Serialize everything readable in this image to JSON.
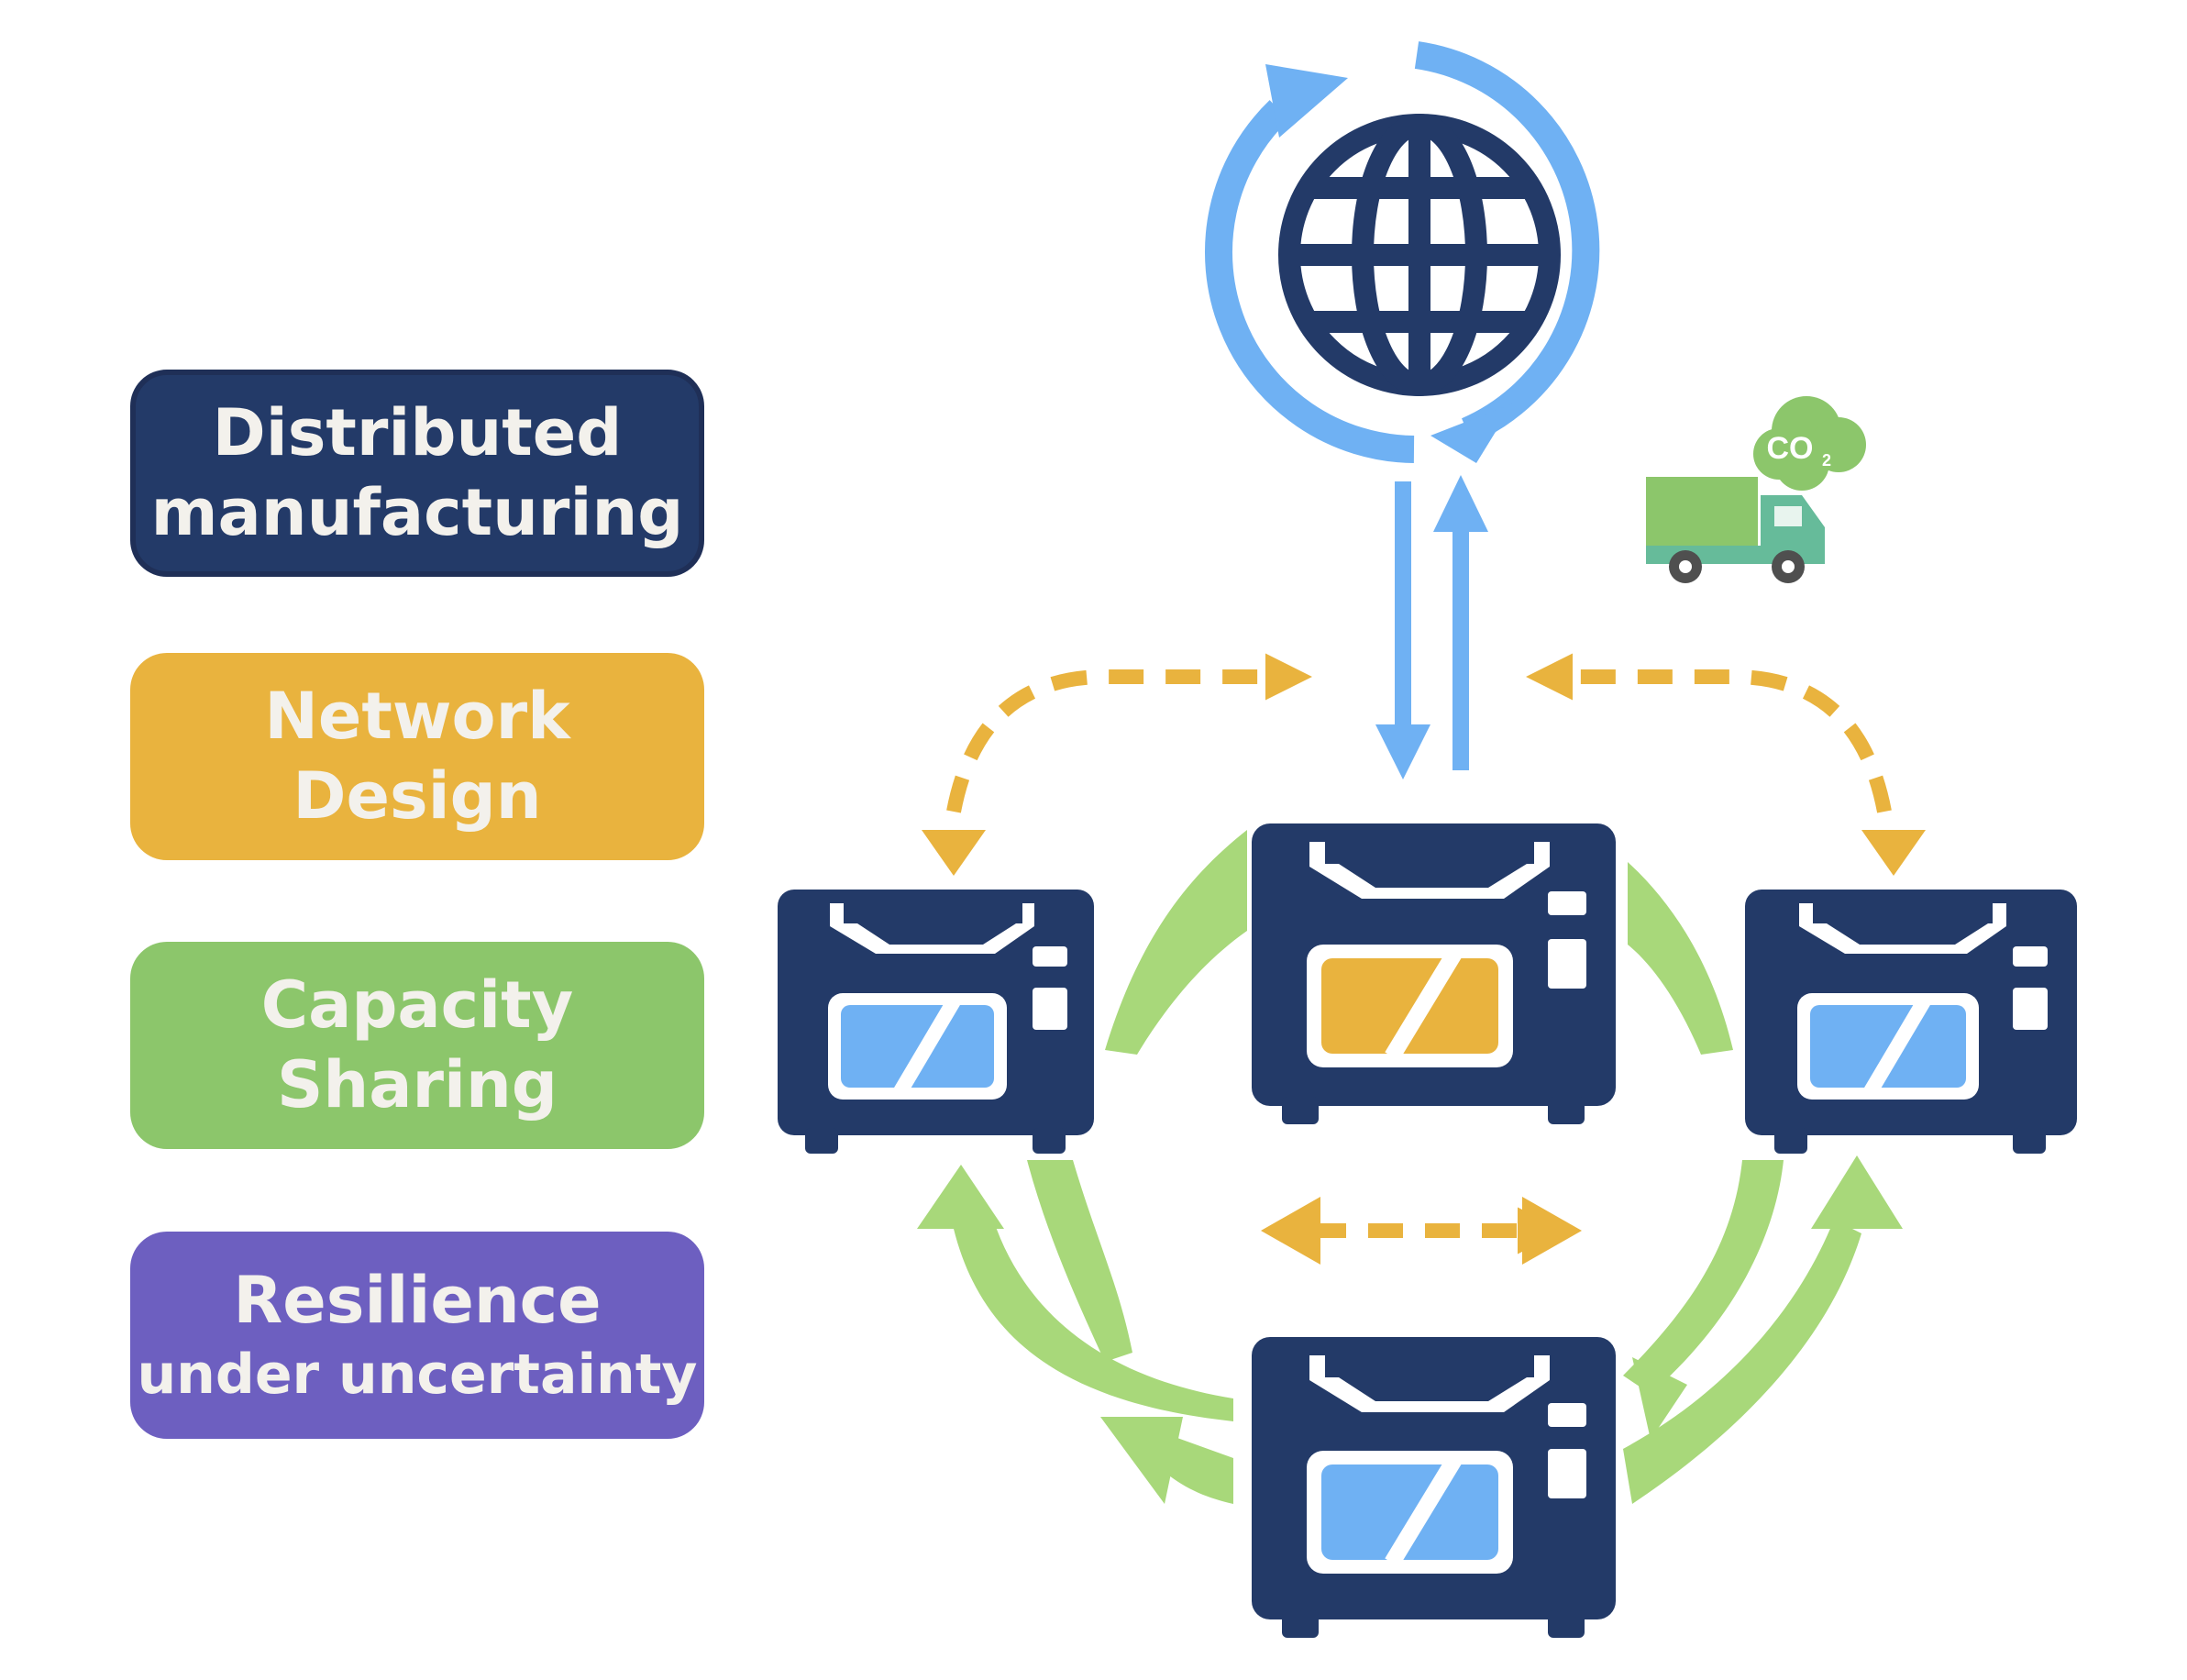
{
  "labels": [
    {
      "line1": "Distributed",
      "line2": "manufacturing",
      "color": "#233a68"
    },
    {
      "line1": "Network",
      "line2": "Design",
      "color": "#e9b33e"
    },
    {
      "line1": "Capacity",
      "line2": "Sharing",
      "color": "#8cc66b"
    },
    {
      "line1": "Resilience",
      "line2": "under uncertainty",
      "color": "#6d5fc0"
    }
  ],
  "co2": {
    "text": "CO",
    "subscript": "2"
  },
  "colors": {
    "navy": "#233a68",
    "light_blue": "#6fb1f3",
    "orange": "#e9b33e",
    "green": "#a8d87a",
    "truck_green": "#8cc66b",
    "truck_teal": "#66bb9a"
  },
  "icons": [
    "globe-icon",
    "refresh-arrows-icon",
    "truck-icon",
    "co2-cloud-icon",
    "printer-icon"
  ]
}
